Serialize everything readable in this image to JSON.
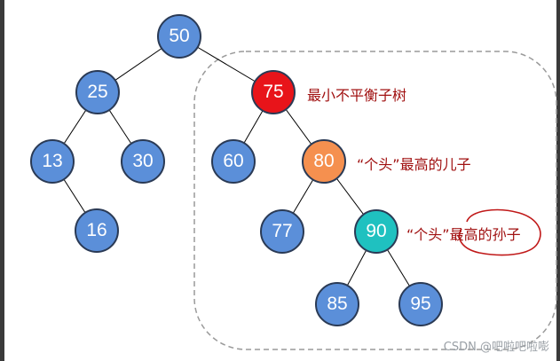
{
  "colors": {
    "default_node": "#5b8fd9",
    "unbalanced_root": "#e8141a",
    "tallest_child": "#f5904f",
    "tallest_grandchild": "#1fc1c0",
    "annotation_text": "#a01010",
    "scribble": "#c01818"
  },
  "nodes": {
    "n50": "50",
    "n25": "25",
    "n75": "75",
    "n13": "13",
    "n30": "30",
    "n60": "60",
    "n80": "80",
    "n16": "16",
    "n77": "77",
    "n90": "90",
    "n85": "85",
    "n95": "95"
  },
  "labels": {
    "min_unbalanced_subtree": "最小不平衡子树",
    "tallest_child": "“个头”最高的儿子",
    "tallest_grandchild": "“个头”最高的孙子"
  },
  "watermark": "CSDN @吧啦吧啦嘭"
}
